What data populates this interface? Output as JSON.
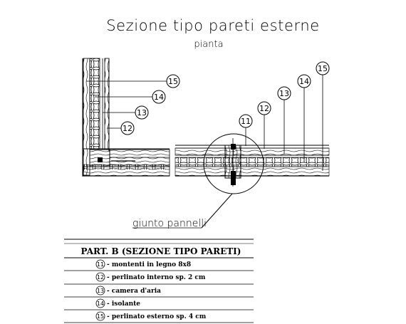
{
  "title": "Sezione tipo pareti esterne",
  "subtitle": "pianta",
  "callout": "giunto pannelli",
  "labels": {
    "n11": "11",
    "n12": "12",
    "n13": "13",
    "n14": "14",
    "n15": "15"
  },
  "legend": {
    "heading": "PART. B (SEZIONE TIPO PARETI)",
    "rows": [
      {
        "num": "11",
        "text": "- montenti in legno 8x8"
      },
      {
        "num": "12",
        "text": "- perlinato interno sp. 2 cm"
      },
      {
        "num": "13",
        "text": "- camera d'aria"
      },
      {
        "num": "14",
        "text": "- isolante"
      },
      {
        "num": "15",
        "text": "- perlinato esterno sp. 4 cm"
      }
    ]
  }
}
